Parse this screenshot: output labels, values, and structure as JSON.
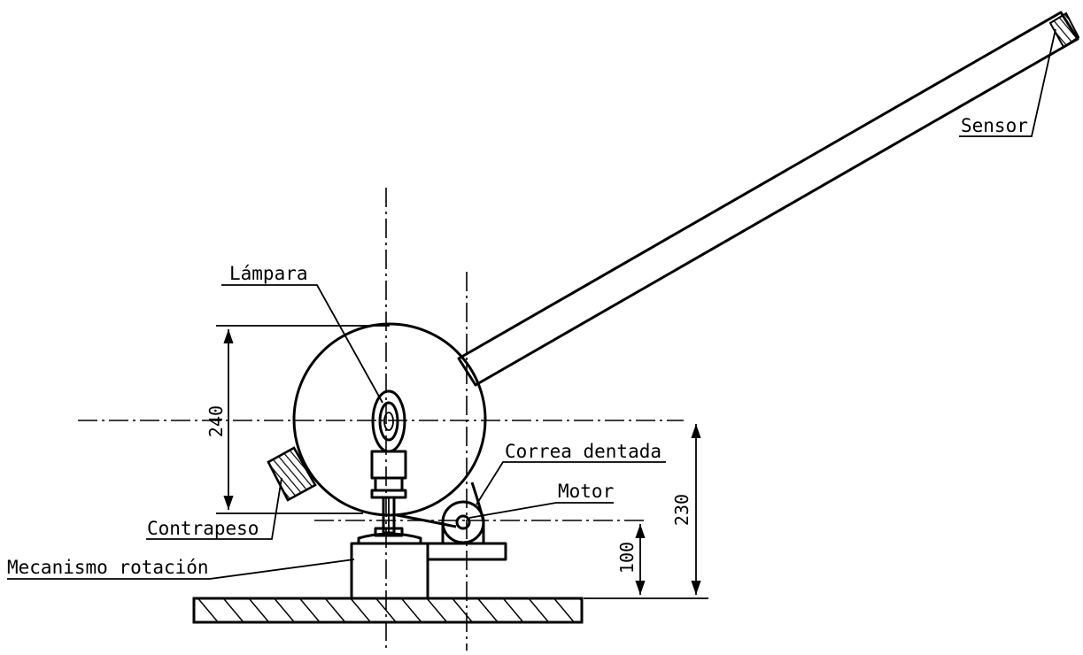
{
  "labels": {
    "sensor": "Sensor",
    "lampara": "Lámpara",
    "correa": "Correa dentada",
    "motor": "Motor",
    "contrapeso": "Contrapeso",
    "mecanismo": "Mecanismo rotación"
  },
  "dimensions": {
    "d240": "240",
    "d230": "230",
    "d100": "100"
  }
}
